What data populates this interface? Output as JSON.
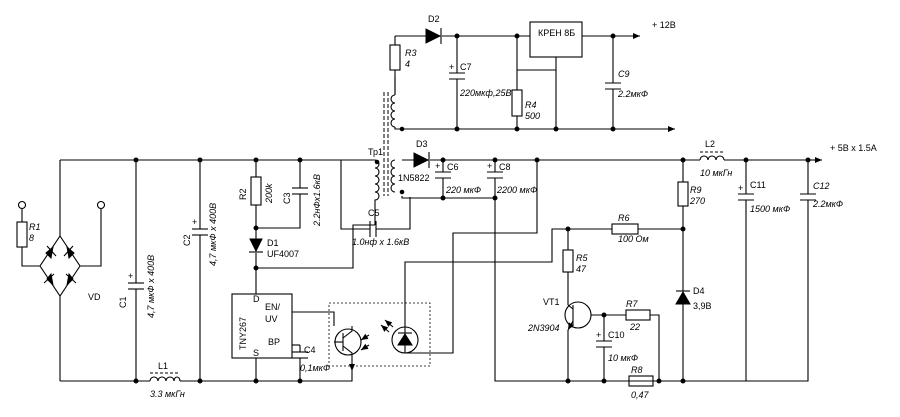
{
  "parts": {
    "R1": {
      "ref": "R1",
      "val": "8"
    },
    "VD": {
      "ref": "VD"
    },
    "C1": {
      "ref": "C1",
      "val": "4,7 мкФ х 400В"
    },
    "C2": {
      "ref": "C2",
      "val": "4,7 мкФ х 400В"
    },
    "L1": {
      "ref": "L1",
      "val": "3.3 мкГн"
    },
    "R2": {
      "ref": "R2",
      "val": "200k"
    },
    "C3": {
      "ref": "C3",
      "val": "2.2нФх1.6кВ"
    },
    "D1": {
      "ref": "D1",
      "val": "UF4007"
    },
    "U1": {
      "name": "TNY267",
      "pin_d": "D",
      "pin_en": "EN/",
      "pin_uv": "UV",
      "pin_bp": "BP",
      "pin_s": "S"
    },
    "C4": {
      "ref": "C4",
      "val": "0,1мкФ"
    },
    "C5": {
      "ref": "C5",
      "val": "1.0нф х 1.6кВ"
    },
    "Tr1": {
      "ref": "Тр1"
    },
    "D2": {
      "ref": "D2"
    },
    "R3": {
      "ref": "R3",
      "val": "4"
    },
    "C7": {
      "ref": "C7",
      "val": "220мкф,25В"
    },
    "R4": {
      "ref": "R4",
      "val": "500"
    },
    "REG": {
      "name": "КРЕН 8Б"
    },
    "C9": {
      "ref": "C9",
      "val": "2.2мкФ"
    },
    "D3": {
      "ref": "D3",
      "val": "1N5822"
    },
    "C6": {
      "ref": "C6",
      "val": "220 мкФ"
    },
    "C8": {
      "ref": "C8",
      "val": "2200 мкФ"
    },
    "L2": {
      "ref": "L2",
      "val": "10 мкГн"
    },
    "R9": {
      "ref": "R9",
      "val": "270"
    },
    "C11": {
      "ref": "C11",
      "val": "1500 мкФ"
    },
    "C12": {
      "ref": "C12",
      "val": "2.2мкФ"
    },
    "R6": {
      "ref": "R6",
      "val": "100 Ом"
    },
    "R5": {
      "ref": "R5",
      "val": "47"
    },
    "VT1": {
      "ref": "VT1",
      "val": "2N3904"
    },
    "R7": {
      "ref": "R7",
      "val": "22"
    },
    "C10": {
      "ref": "C10",
      "val": "10 мкФ"
    },
    "R8": {
      "ref": "R8",
      "val": "0,47"
    },
    "D4": {
      "ref": "D4",
      "val": "3,9В"
    }
  },
  "outputs": {
    "v12": "+ 12В",
    "v5": "+ 5В х 1.5А"
  }
}
